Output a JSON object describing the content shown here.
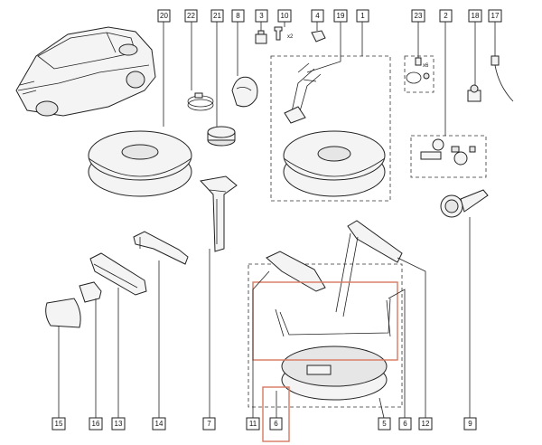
{
  "callouts": [
    {
      "id": "20",
      "text": "20"
    },
    {
      "id": "22",
      "text": "22"
    },
    {
      "id": "21",
      "text": "21"
    },
    {
      "id": "8",
      "text": "8"
    },
    {
      "id": "3",
      "text": "3"
    },
    {
      "id": "10",
      "text": "10"
    },
    {
      "id": "4",
      "text": "4"
    },
    {
      "id": "19",
      "text": "19"
    },
    {
      "id": "1",
      "text": "1"
    },
    {
      "id": "23",
      "text": "23"
    },
    {
      "id": "2",
      "text": "2"
    },
    {
      "id": "18",
      "text": "18"
    },
    {
      "id": "17",
      "text": "17"
    },
    {
      "id": "15",
      "text": "15"
    },
    {
      "id": "16",
      "text": "16"
    },
    {
      "id": "13",
      "text": "13"
    },
    {
      "id": "14",
      "text": "14"
    },
    {
      "id": "7",
      "text": "7"
    },
    {
      "id": "11",
      "text": "11"
    },
    {
      "id": "6",
      "text": "6"
    },
    {
      "id": "5",
      "text": "5"
    },
    {
      "id": "6b",
      "text": "6"
    },
    {
      "id": "12",
      "text": "12"
    },
    {
      "id": "9",
      "text": "9"
    }
  ],
  "annotations": {
    "x2": "x2",
    "x6": "x6"
  },
  "highlight_color": "#d9775f"
}
